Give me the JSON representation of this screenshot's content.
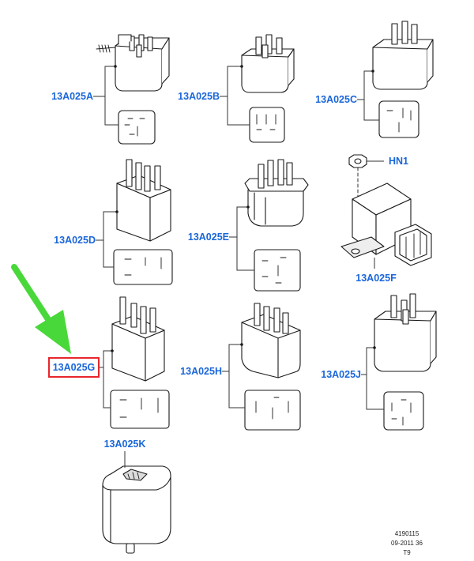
{
  "colors": {
    "label": "#1a66d9",
    "highlight_box": "#e8262b",
    "arrow": "#49d83a",
    "line": "#1a1a1a"
  },
  "parts": {
    "A": "13A025A",
    "B": "13A025B",
    "C": "13A025C",
    "D": "13A025D",
    "E": "13A025E",
    "F": "13A025F",
    "HN1": "HN1",
    "G": "13A025G",
    "H": "13A025H",
    "J": "13A025J",
    "K": "13A025K"
  },
  "highlighted_part": "13A025G",
  "footer": {
    "line1": "4190115",
    "line2": "09-2011 36",
    "line3": "T9"
  }
}
